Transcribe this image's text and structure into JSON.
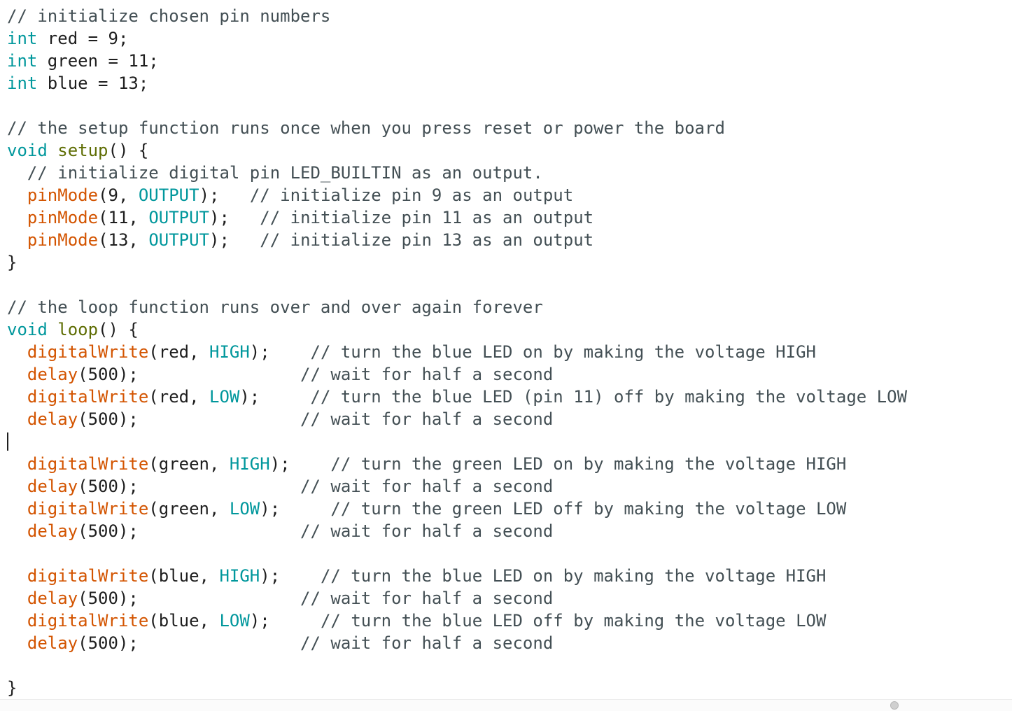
{
  "editor": {
    "colors": {
      "comment": "#434f54",
      "type": "#00979c",
      "function": "#d35400",
      "definition": "#5e6d03",
      "constant": "#00979c",
      "text": "#1e1e1e"
    },
    "lines": [
      [
        [
          "comment",
          "// initialize chosen pin numbers"
        ]
      ],
      [
        [
          "type",
          "int"
        ],
        [
          "plain",
          " red = 9;"
        ]
      ],
      [
        [
          "type",
          "int"
        ],
        [
          "plain",
          " green = 11;"
        ]
      ],
      [
        [
          "type",
          "int"
        ],
        [
          "plain",
          " blue = 13;"
        ]
      ],
      [],
      [
        [
          "comment",
          "// the setup function runs once when you press reset or power the board"
        ]
      ],
      [
        [
          "type",
          "void"
        ],
        [
          "plain",
          " "
        ],
        [
          "def",
          "setup"
        ],
        [
          "plain",
          "() {"
        ]
      ],
      [
        [
          "plain",
          "  "
        ],
        [
          "comment",
          "// initialize digital pin LED_BUILTIN as an output."
        ]
      ],
      [
        [
          "plain",
          "  "
        ],
        [
          "func",
          "pinMode"
        ],
        [
          "plain",
          "(9, "
        ],
        [
          "const",
          "OUTPUT"
        ],
        [
          "plain",
          ");   "
        ],
        [
          "comment",
          "// initialize pin 9 as an output"
        ]
      ],
      [
        [
          "plain",
          "  "
        ],
        [
          "func",
          "pinMode"
        ],
        [
          "plain",
          "(11, "
        ],
        [
          "const",
          "OUTPUT"
        ],
        [
          "plain",
          ");   "
        ],
        [
          "comment",
          "// initialize pin 11 as an output"
        ]
      ],
      [
        [
          "plain",
          "  "
        ],
        [
          "func",
          "pinMode"
        ],
        [
          "plain",
          "(13, "
        ],
        [
          "const",
          "OUTPUT"
        ],
        [
          "plain",
          ");   "
        ],
        [
          "comment",
          "// initialize pin 13 as an output"
        ]
      ],
      [
        [
          "plain",
          "}"
        ]
      ],
      [],
      [
        [
          "comment",
          "// the loop function runs over and over again forever"
        ]
      ],
      [
        [
          "type",
          "void"
        ],
        [
          "plain",
          " "
        ],
        [
          "def",
          "loop"
        ],
        [
          "plain",
          "() {"
        ]
      ],
      [
        [
          "plain",
          "  "
        ],
        [
          "func",
          "digitalWrite"
        ],
        [
          "plain",
          "(red, "
        ],
        [
          "const",
          "HIGH"
        ],
        [
          "plain",
          ");    "
        ],
        [
          "comment",
          "// turn the blue LED on by making the voltage HIGH"
        ]
      ],
      [
        [
          "plain",
          "  "
        ],
        [
          "func",
          "delay"
        ],
        [
          "plain",
          "(500);                "
        ],
        [
          "comment",
          "// wait for half a second"
        ]
      ],
      [
        [
          "plain",
          "  "
        ],
        [
          "func",
          "digitalWrite"
        ],
        [
          "plain",
          "(red, "
        ],
        [
          "const",
          "LOW"
        ],
        [
          "plain",
          ");     "
        ],
        [
          "comment",
          "// turn the blue LED (pin 11) off by making the voltage LOW"
        ]
      ],
      [
        [
          "plain",
          "  "
        ],
        [
          "func",
          "delay"
        ],
        [
          "plain",
          "(500);                "
        ],
        [
          "comment",
          "// wait for half a second"
        ]
      ],
      [],
      [
        [
          "plain",
          "  "
        ],
        [
          "func",
          "digitalWrite"
        ],
        [
          "plain",
          "(green, "
        ],
        [
          "const",
          "HIGH"
        ],
        [
          "plain",
          ");    "
        ],
        [
          "comment",
          "// turn the green LED on by making the voltage HIGH"
        ]
      ],
      [
        [
          "plain",
          "  "
        ],
        [
          "func",
          "delay"
        ],
        [
          "plain",
          "(500);                "
        ],
        [
          "comment",
          "// wait for half a second"
        ]
      ],
      [
        [
          "plain",
          "  "
        ],
        [
          "func",
          "digitalWrite"
        ],
        [
          "plain",
          "(green, "
        ],
        [
          "const",
          "LOW"
        ],
        [
          "plain",
          ");     "
        ],
        [
          "comment",
          "// turn the green LED off by making the voltage LOW"
        ]
      ],
      [
        [
          "plain",
          "  "
        ],
        [
          "func",
          "delay"
        ],
        [
          "plain",
          "(500);                "
        ],
        [
          "comment",
          "// wait for half a second"
        ]
      ],
      [],
      [
        [
          "plain",
          "  "
        ],
        [
          "func",
          "digitalWrite"
        ],
        [
          "plain",
          "(blue, "
        ],
        [
          "const",
          "HIGH"
        ],
        [
          "plain",
          ");    "
        ],
        [
          "comment",
          "// turn the blue LED on by making the voltage HIGH"
        ]
      ],
      [
        [
          "plain",
          "  "
        ],
        [
          "func",
          "delay"
        ],
        [
          "plain",
          "(500);                "
        ],
        [
          "comment",
          "// wait for half a second"
        ]
      ],
      [
        [
          "plain",
          "  "
        ],
        [
          "func",
          "digitalWrite"
        ],
        [
          "plain",
          "(blue, "
        ],
        [
          "const",
          "LOW"
        ],
        [
          "plain",
          ");     "
        ],
        [
          "comment",
          "// turn the blue LED off by making the voltage LOW"
        ]
      ],
      [
        [
          "plain",
          "  "
        ],
        [
          "func",
          "delay"
        ],
        [
          "plain",
          "(500);                "
        ],
        [
          "comment",
          "// wait for half a second"
        ]
      ],
      [],
      [
        [
          "plain",
          "}"
        ]
      ]
    ],
    "caret_line": 19
  }
}
